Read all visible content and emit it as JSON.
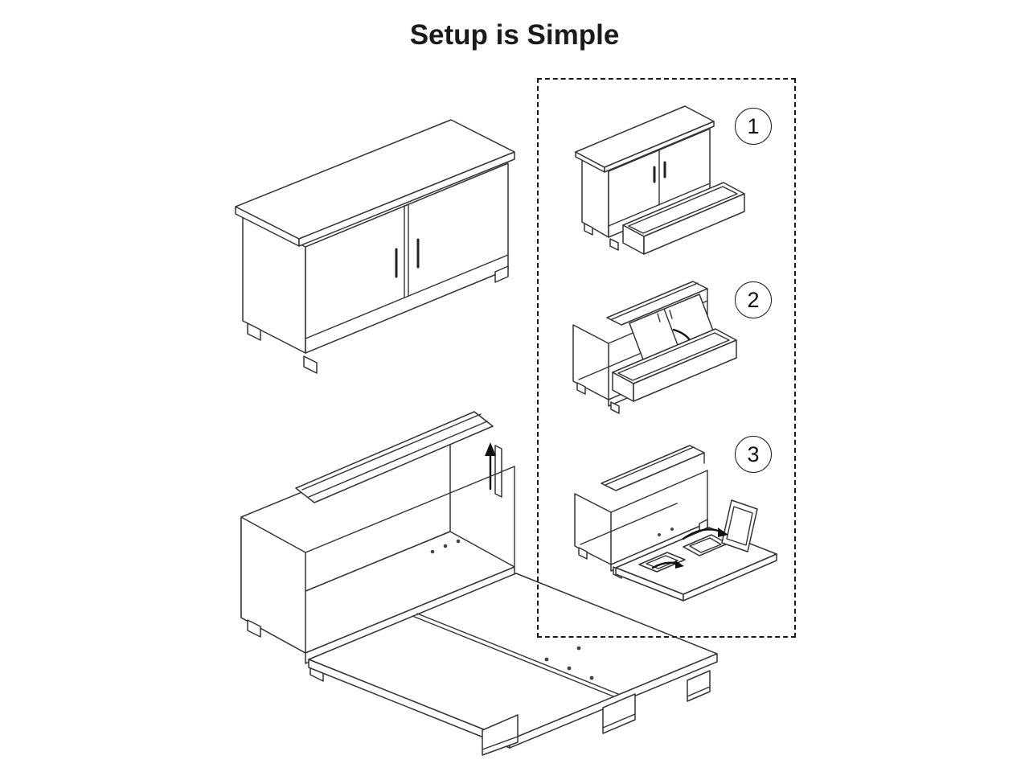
{
  "title": "Setup is Simple",
  "steps": [
    {
      "number": "1",
      "icon": "cabinet-drawer-open-illustration"
    },
    {
      "number": "2",
      "icon": "front-panel-folding-illustration"
    },
    {
      "number": "3",
      "icon": "bed-platform-unfolding-illustration"
    }
  ],
  "illustrations": {
    "closed_cabinet": "closed-cabinet-illustration",
    "open_bed": "opened-bed-illustration"
  },
  "colors": {
    "line": "#333333",
    "background": "#ffffff",
    "frame_dash": "#1a1a1a"
  }
}
